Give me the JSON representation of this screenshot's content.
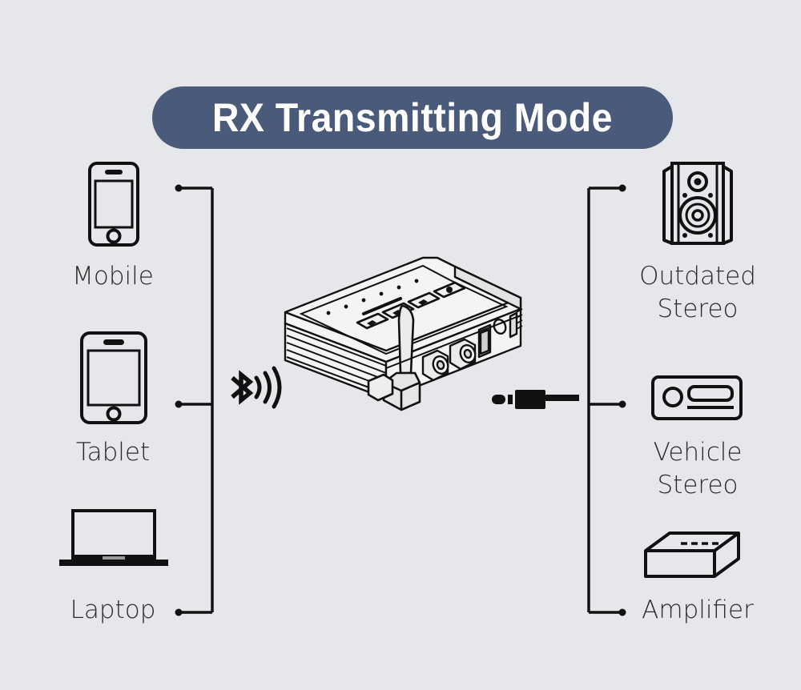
{
  "page": {
    "background_color": "#e6e7ea",
    "line_color": "#111111",
    "label_color": "#2b2b2b"
  },
  "header": {
    "title": "RX Transmitting Mode",
    "banner_color": "#4a5a7a",
    "text_color": "#ffffff"
  },
  "diagram": {
    "type": "connectivity-diagram",
    "center_device": {
      "name": "bluetooth-audio-transmitter-receiver",
      "description": "line-art isometric audio adapter box with antenna, top control buttons, RCA jacks, USB port and micro-USB port"
    },
    "wireless_link": {
      "icon": "bluetooth-waves-icon",
      "label": ""
    },
    "wired_link": {
      "icon": "audio-jack-plug-icon",
      "label": ""
    },
    "sources": {
      "side": "left",
      "connection": "bluetooth",
      "items": [
        {
          "label": "Mobile",
          "icon": "mobile-phone-icon"
        },
        {
          "label": "Tablet",
          "icon": "tablet-icon"
        },
        {
          "label": "Laptop",
          "icon": "laptop-icon"
        }
      ]
    },
    "outputs": {
      "side": "right",
      "connection": "aux-cable",
      "items": [
        {
          "label": "Outdated\nStereo",
          "icon": "speaker-cabinet-icon"
        },
        {
          "label": "Vehicle\nStereo",
          "icon": "car-head-unit-icon"
        },
        {
          "label": "Amplifier",
          "icon": "amplifier-box-icon"
        }
      ]
    }
  }
}
